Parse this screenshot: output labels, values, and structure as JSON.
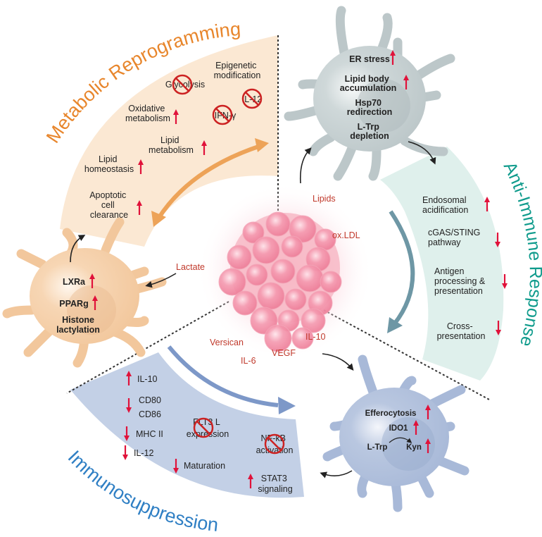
{
  "colors": {
    "metabolic_bg": "#fbe8d3",
    "metabolic_title": "#e8862c",
    "anti_immune_bg": "#dff0ec",
    "anti_immune_title": "#0f9b8c",
    "immuno_bg": "#c3d0e6",
    "immuno_title": "#2f7fc4",
    "up_arrow": "#e0123a",
    "down_arrow": "#e0123a",
    "inhibit": "#cc2222",
    "cytokine_text": "#c0392b",
    "orange_cell": "#f7d3ae",
    "grey_cell": "#c9d3d4",
    "blue_cell": "#b3c3de",
    "tumor": "#f49bb0"
  },
  "sections": {
    "metabolic": {
      "title": "Metabolic Reprogramming",
      "items": [
        {
          "text": [
            "Epigenetic",
            "modification"
          ],
          "marker": "none"
        },
        {
          "text": [
            "Glycolysis"
          ],
          "marker": "inhibited"
        },
        {
          "text": [
            "IL-12"
          ],
          "marker": "inhibited"
        },
        {
          "text": [
            "Oxidative",
            "metabolism"
          ],
          "marker": "up"
        },
        {
          "text": [
            "IFN-γ"
          ],
          "marker": "inhibited"
        },
        {
          "text": [
            "Lipid",
            "metabolism"
          ],
          "marker": "up"
        },
        {
          "text": [
            "Lipid",
            "homeostasis"
          ],
          "marker": "up"
        },
        {
          "text": [
            "Apoptotic",
            "cell",
            "clearance"
          ],
          "marker": "up"
        }
      ]
    },
    "anti_immune": {
      "title": "Anti-Immune Response",
      "items": [
        {
          "text": [
            "Endosomal",
            "acidification"
          ],
          "marker": "up"
        },
        {
          "text": [
            "cGAS/STING",
            "pathway"
          ],
          "marker": "down"
        },
        {
          "text": [
            "Antigen",
            "processing &",
            "presentation"
          ],
          "marker": "down"
        },
        {
          "text": [
            "Cross-",
            "presentation"
          ],
          "marker": "down"
        }
      ]
    },
    "immuno": {
      "title": "Immunosuppression",
      "items": [
        {
          "text": [
            "IL-10"
          ],
          "marker": "up"
        },
        {
          "text": [
            "CD80",
            "CD86"
          ],
          "marker": "down"
        },
        {
          "text": [
            "MHC II"
          ],
          "marker": "down"
        },
        {
          "text": [
            "IL-12"
          ],
          "marker": "down"
        },
        {
          "text": [
            "FLT3 L",
            "expression"
          ],
          "marker": "inhibited"
        },
        {
          "text": [
            "Maturation"
          ],
          "marker": "down"
        },
        {
          "text": [
            "NF-kB",
            "activation"
          ],
          "marker": "inhibited"
        },
        {
          "text": [
            "STAT3",
            "signaling"
          ],
          "marker": "up"
        }
      ]
    }
  },
  "cells": {
    "orange": {
      "items": [
        {
          "text": "LXRa",
          "marker": "up"
        },
        {
          "text": "PPARg",
          "marker": "up"
        },
        {
          "text": "Histone",
          "marker": "none"
        },
        {
          "text": "lactylation",
          "marker": "none"
        }
      ]
    },
    "grey": {
      "items": [
        {
          "text": [
            "ER stress"
          ],
          "marker": "up"
        },
        {
          "text": [
            "Lipid body",
            "accumulation"
          ],
          "marker": "up"
        },
        {
          "text": [
            "Hsp70",
            "redirection"
          ],
          "marker": "none"
        },
        {
          "text": [
            "L-Trp",
            "depletion"
          ],
          "marker": "none"
        }
      ]
    },
    "blue": {
      "items": [
        {
          "text": "Efferocytosis",
          "marker": "up"
        },
        {
          "text": "IDO1",
          "marker": "up"
        },
        {
          "text": "L-Trp",
          "marker": "none"
        },
        {
          "text": "Kyn",
          "marker": "up"
        }
      ]
    }
  },
  "tumor_factors": {
    "lipids": "Lipids",
    "oxldl": "ox.LDL",
    "lactate": "Lactate",
    "versican": "Versican",
    "il6": "IL-6",
    "vegf": "VEGF",
    "il10": "IL-10"
  }
}
